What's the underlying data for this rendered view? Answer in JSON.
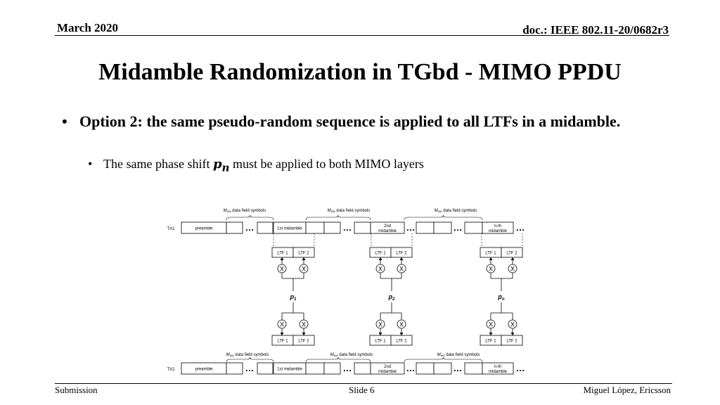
{
  "header": {
    "date": "March 2020",
    "doc": "doc.: IEEE 802.11-20/0682r3"
  },
  "title": "Midamble Randomization in TGbd - MIMO PPDU",
  "bullets": {
    "level1": "Option 2: the same pseudo-random sequence is applied to all LTFs in a midamble.",
    "level2_before": "The same phase shift ",
    "level2_symbol": "p",
    "level2_sub": "n",
    "level2_after": " must be applied to both MIMO layers"
  },
  "diagram": {
    "field_label_main": "M",
    "field_label_sub": "MA",
    "field_label_rest": " data field symbols",
    "tx1": "TX1",
    "tx2": "TX2",
    "preamble": "preamble",
    "first_midamble": "1st midamble",
    "second_midamble_line1": "2nd",
    "second_midamble_line2": "midamble",
    "nth_midamble_line1": "n-th",
    "nth_midamble_line2": "midamble",
    "ltf1": "LTF 1",
    "ltf2": "LTF 2",
    "multiply": "X",
    "ellipsis": "…",
    "phase_p": "p",
    "phase_subs": [
      "1",
      "2",
      "n"
    ]
  },
  "footer": {
    "left": "Submission",
    "center": "Slide 6",
    "right": "Miguel López, Ericsson"
  }
}
